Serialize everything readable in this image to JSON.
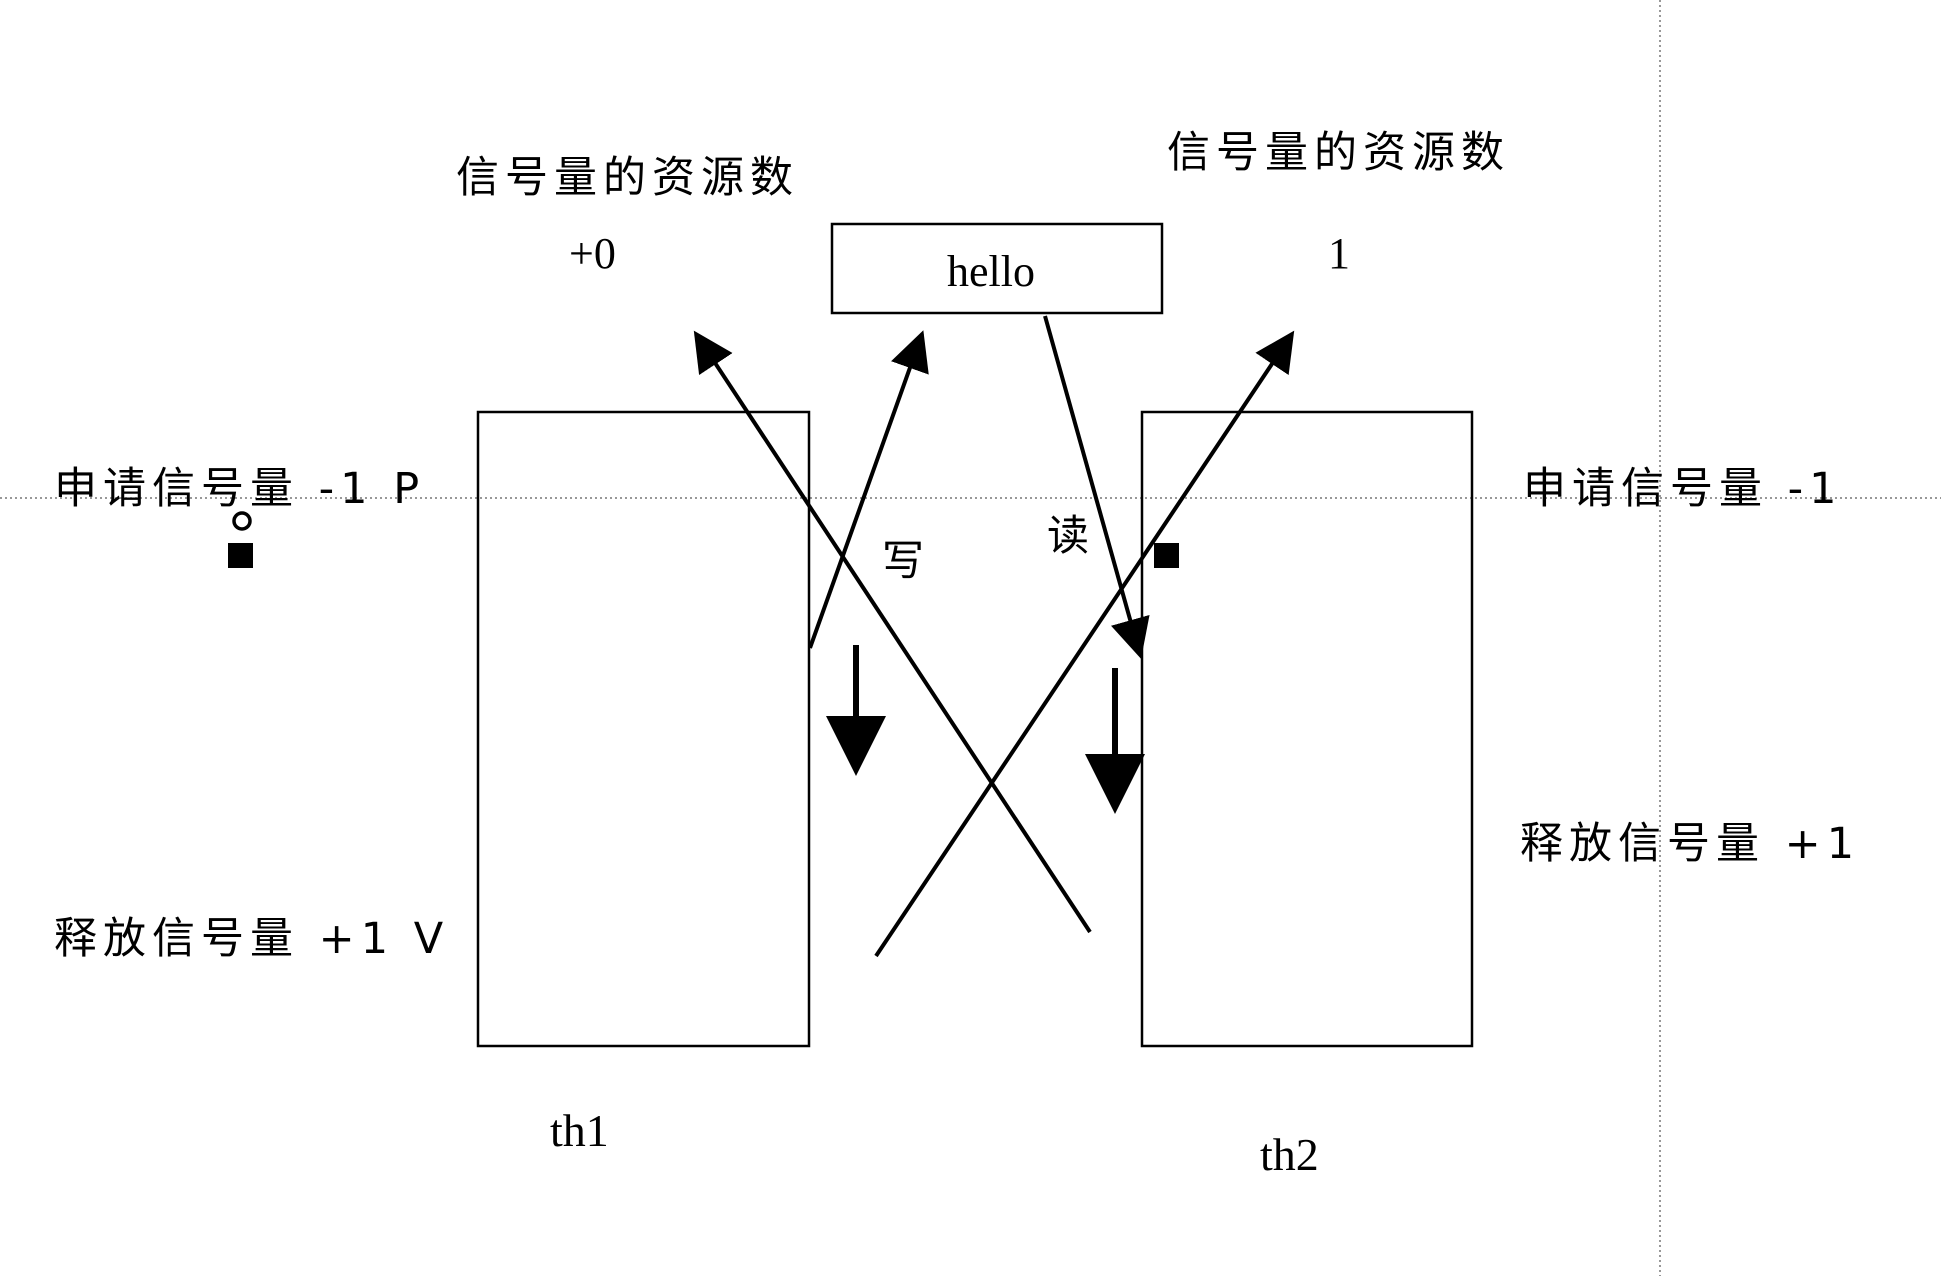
{
  "diagram": {
    "left_semaphore": {
      "title": "信号量的资源数",
      "value": "+0"
    },
    "right_semaphore": {
      "title": "信号量的资源数",
      "value": "1"
    },
    "buffer": {
      "content": "hello"
    },
    "thread1": {
      "name": "th1",
      "acquire_label": "申请信号量  -1  P",
      "release_label": "释放信号量  +1 V",
      "action": "写"
    },
    "thread2": {
      "name": "th2",
      "acquire_label": "申请信号量  -1",
      "release_label": "释放信号量 +1",
      "action": "读"
    }
  }
}
